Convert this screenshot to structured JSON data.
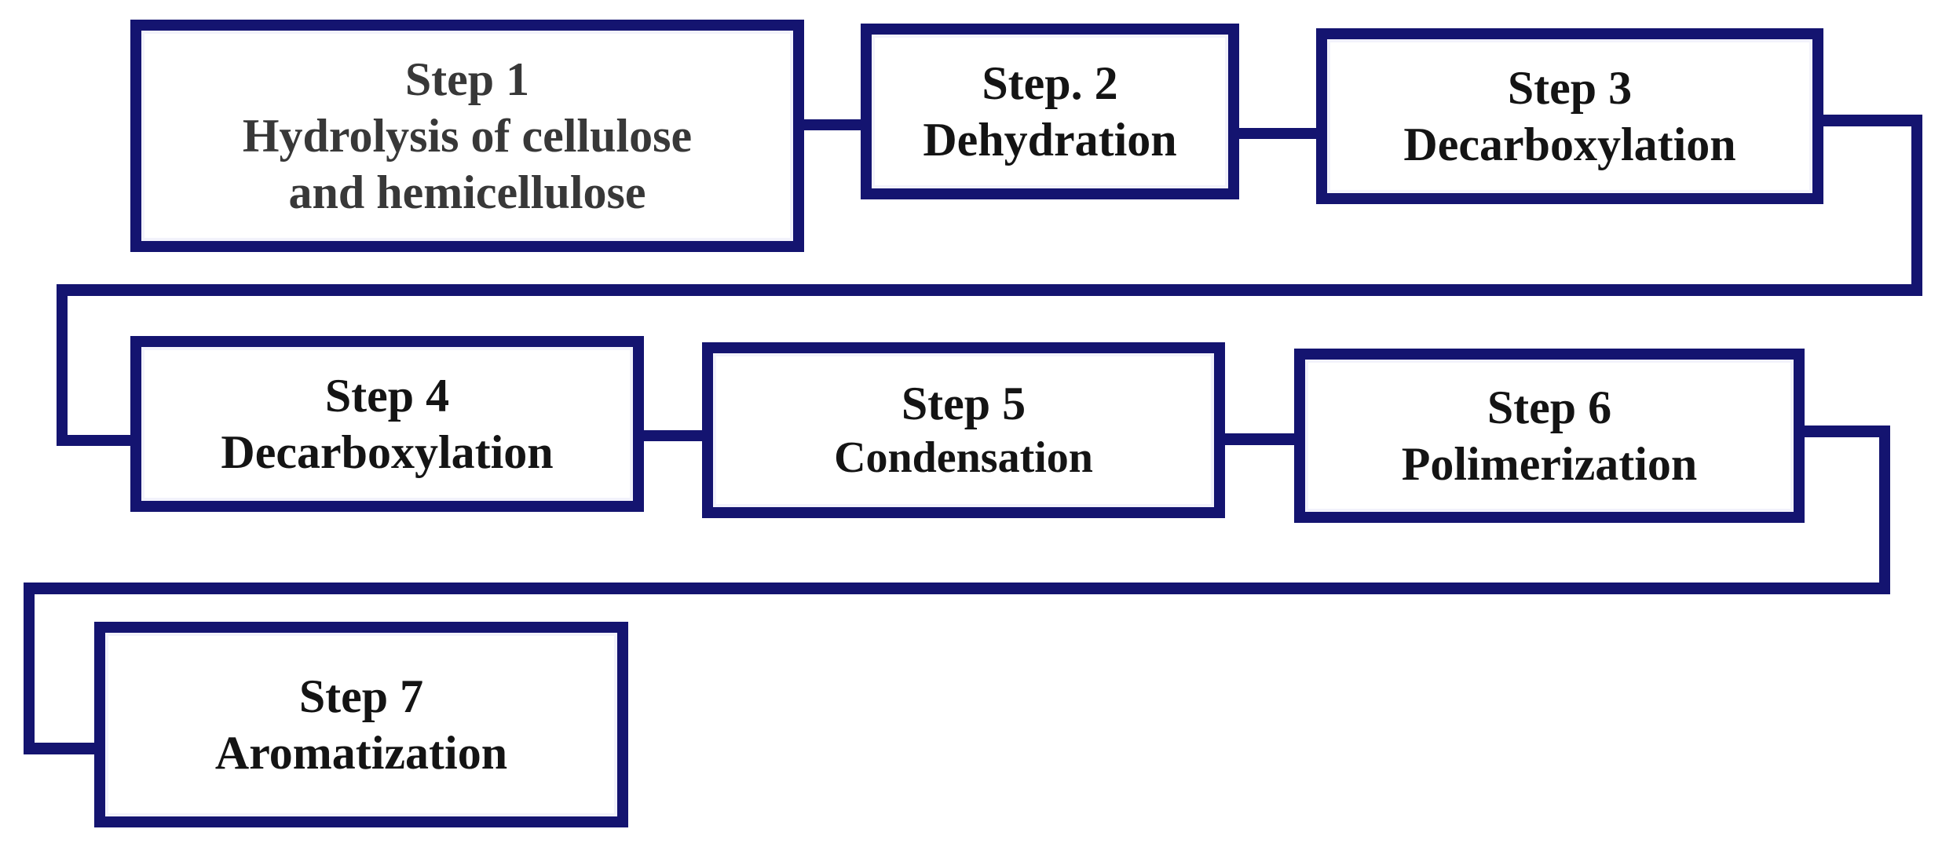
{
  "diagram": {
    "type": "flowchart",
    "description": "Seven sequential process steps connected left-to-right with wrap-around connectors between rows",
    "colors": {
      "border": "#141470",
      "connector": "#141470",
      "text": "#141414",
      "box_fill": "#ffffff",
      "page_background": "#ffffff"
    },
    "boxes": [
      {
        "id": "step-1",
        "lines": [
          "Step 1",
          "Hydrolysis of cellulose",
          "and hemicellulose"
        ]
      },
      {
        "id": "step-2",
        "lines": [
          "Step. 2",
          "Dehydration"
        ]
      },
      {
        "id": "step-3",
        "lines": [
          "Step 3",
          "Decarboxylation"
        ]
      },
      {
        "id": "step-4",
        "lines": [
          "Step 4",
          "Decarboxylation"
        ]
      },
      {
        "id": "step-5",
        "lines": [
          "Step 5",
          "Condensation"
        ]
      },
      {
        "id": "step-6",
        "lines": [
          "Step 6",
          "Polimerization"
        ]
      },
      {
        "id": "step-7",
        "lines": [
          "Step 7",
          "Aromatization"
        ]
      }
    ],
    "flow_order": [
      "Step 1 Hydrolysis of cellulose and hemicellulose",
      "Step. 2 Dehydration",
      "Step 3 Decarboxylation",
      "Step 4 Decarboxylation",
      "Step 5 Condensation",
      "Step 6 Polimerization",
      "Step 7 Aromatization"
    ]
  }
}
